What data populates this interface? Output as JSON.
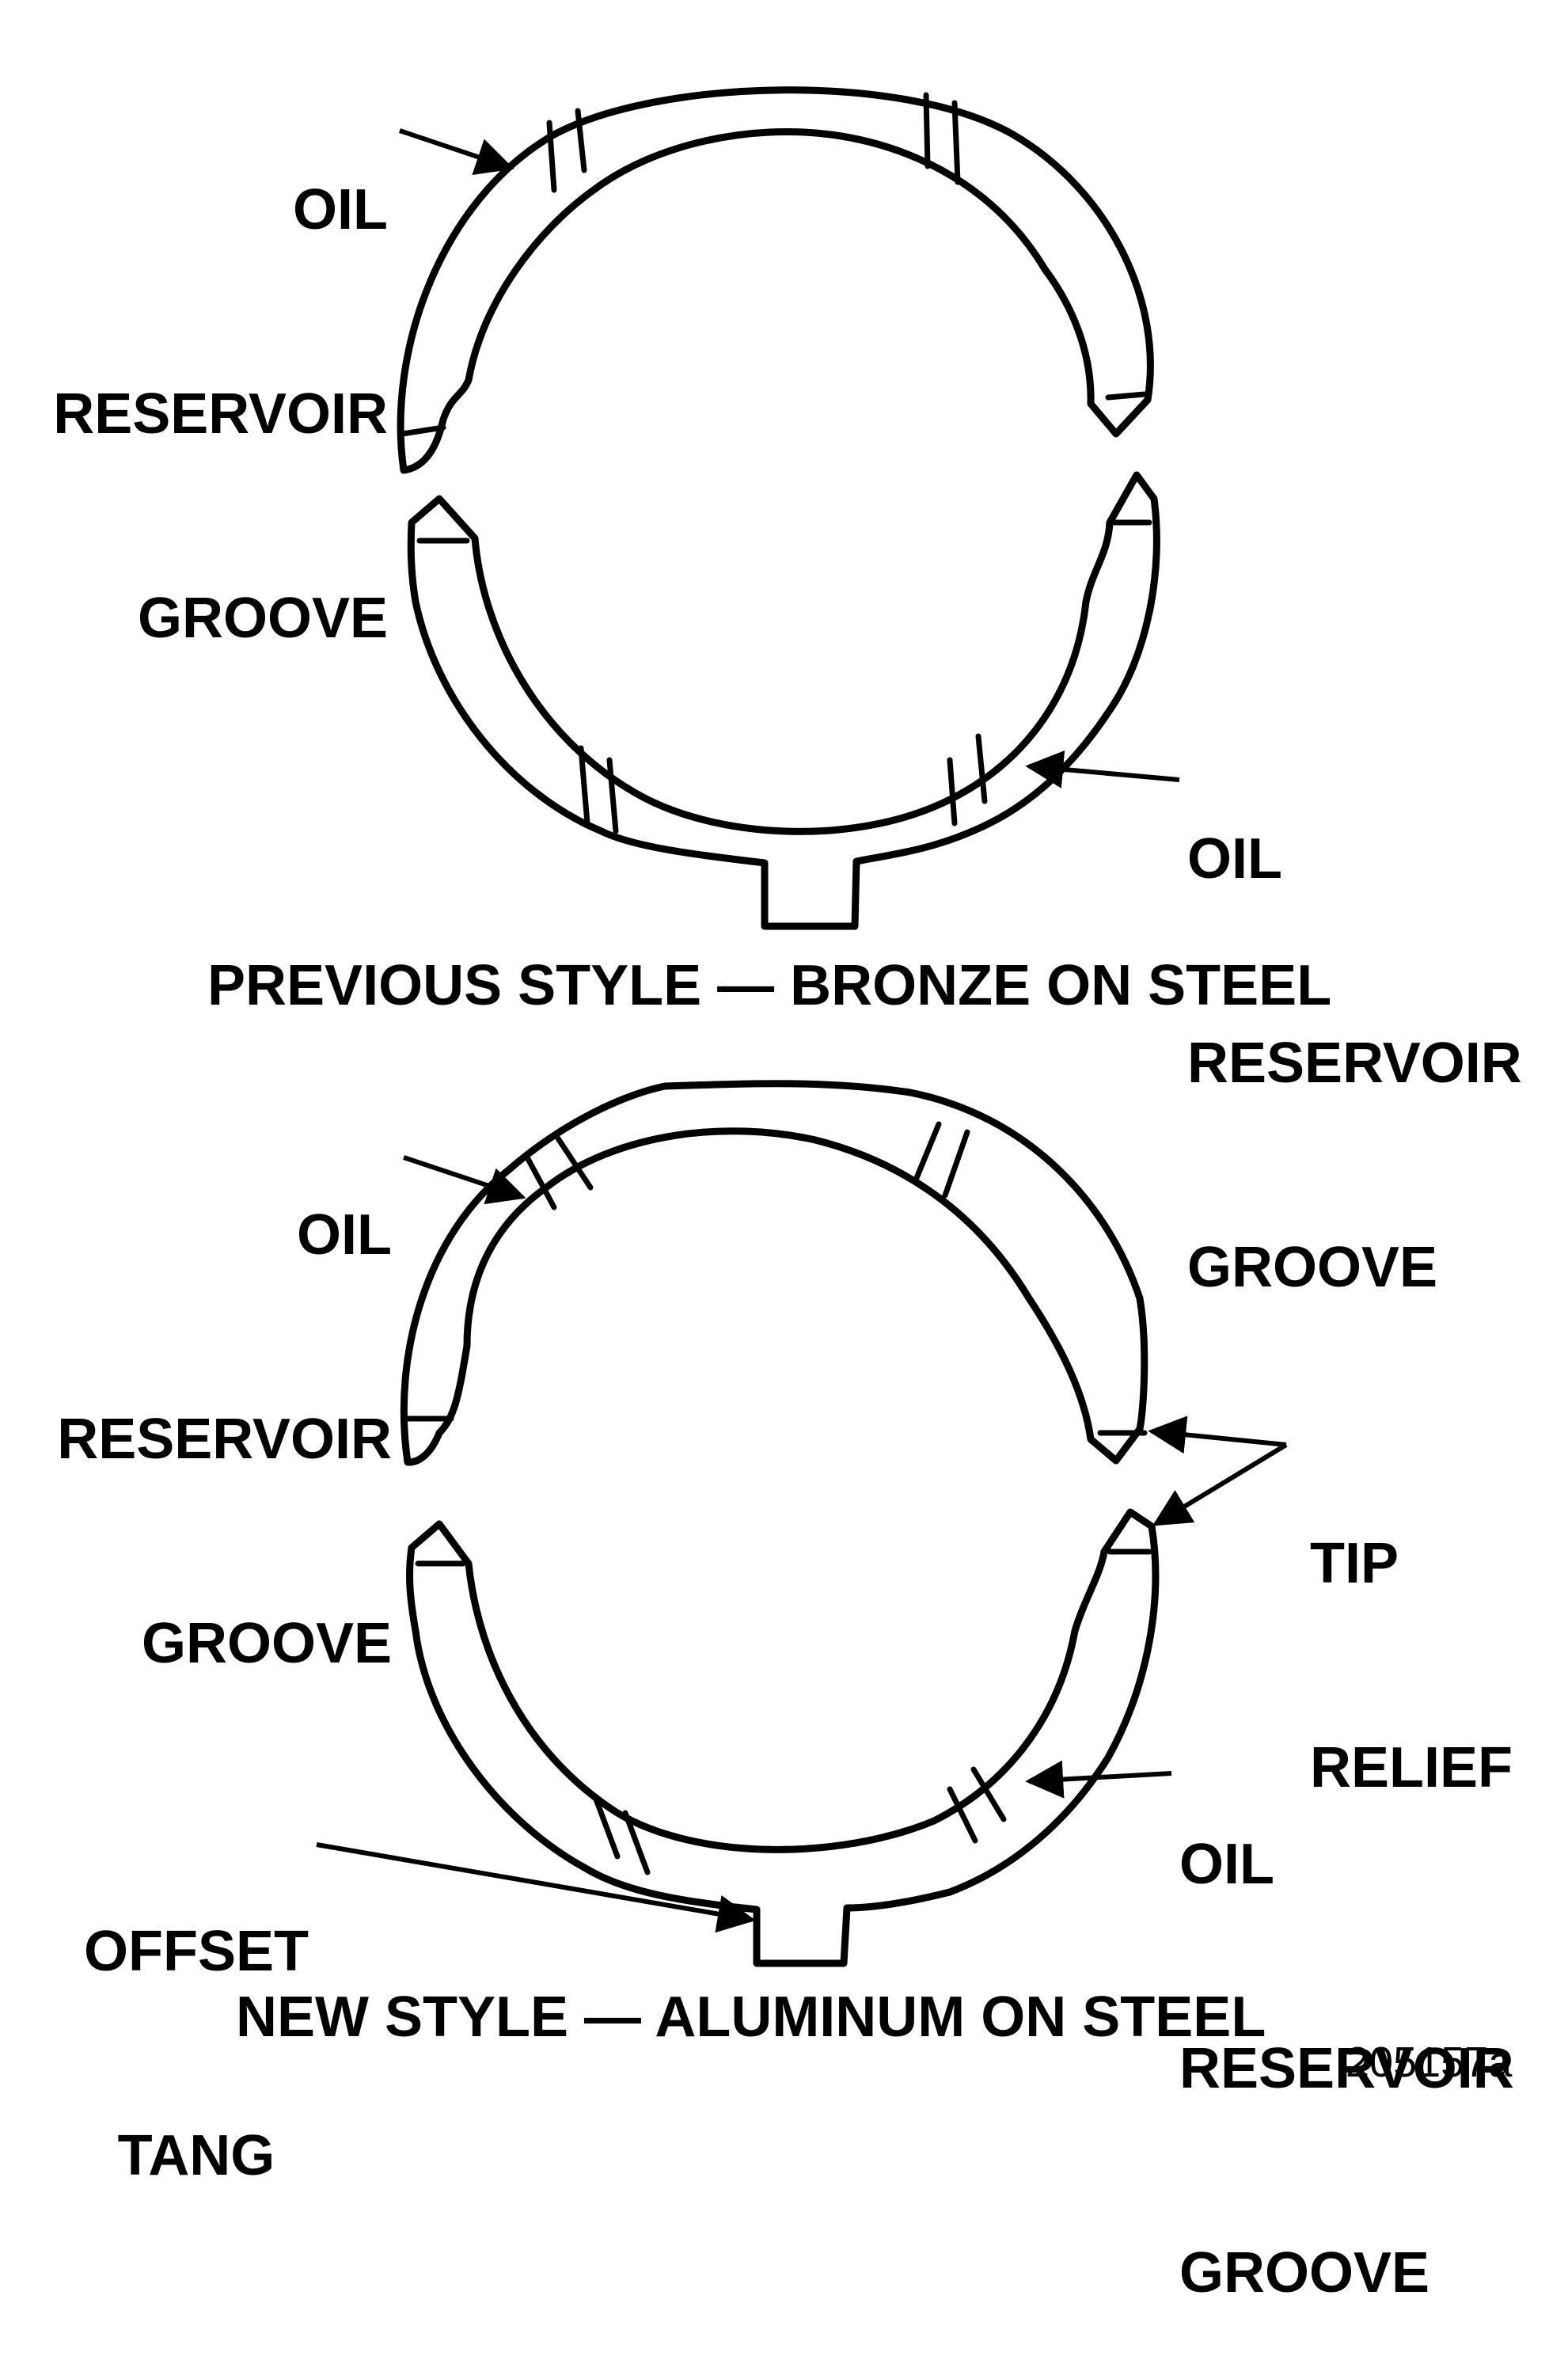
{
  "top_figure": {
    "label_upper_left": {
      "line1": "OIL",
      "line2": "RESERVOIR",
      "line3": "GROOVE"
    },
    "label_lower_right": {
      "line1": "OIL",
      "line2": "RESERVOIR",
      "line3": "GROOVE"
    },
    "caption": "PREVIOUS STYLE — BRONZE ON STEEL"
  },
  "bottom_figure": {
    "label_upper_left": {
      "line1": "OIL",
      "line2": "RESERVOIR",
      "line3": "GROOVE"
    },
    "label_tip_relief": {
      "line1": "TIP",
      "line2": "RELIEF"
    },
    "label_lower_right": {
      "line1": "OIL",
      "line2": "RESERVOIR",
      "line3": "GROOVE"
    },
    "label_offset_tang": {
      "line1": "OFFSET",
      "line2": "TANG"
    },
    "caption": "NEW STYLE — ALUMINUM ON STEEL"
  },
  "figure_id": "205157a",
  "colors": {
    "ink": "#000000",
    "paper": "#ffffff"
  }
}
